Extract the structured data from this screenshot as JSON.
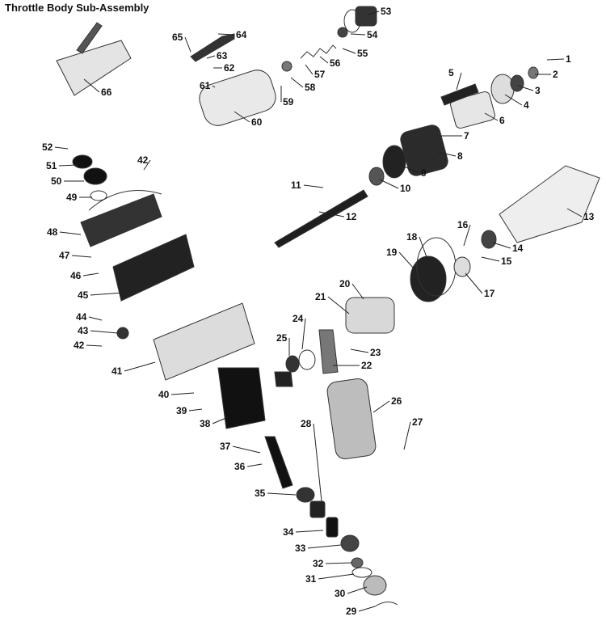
{
  "title": "Throttle Body Sub-Assembly",
  "callouts": [
    "1",
    "2",
    "3",
    "4",
    "5",
    "6",
    "7",
    "8",
    "9",
    "10",
    "11",
    "12",
    "13",
    "14",
    "15",
    "16",
    "17",
    "18",
    "19",
    "20",
    "21",
    "22",
    "23",
    "24",
    "25",
    "26",
    "27",
    "28",
    "29",
    "30",
    "31",
    "32",
    "33",
    "34",
    "35",
    "36",
    "37",
    "38",
    "39",
    "40",
    "41",
    "42",
    "43",
    "44",
    "45",
    "46",
    "47",
    "48",
    "49",
    "50",
    "51",
    "52",
    "53",
    "54",
    "55",
    "56",
    "57",
    "58",
    "59",
    "60",
    "61",
    "62",
    "63",
    "64",
    "65",
    "66",
    "42"
  ]
}
